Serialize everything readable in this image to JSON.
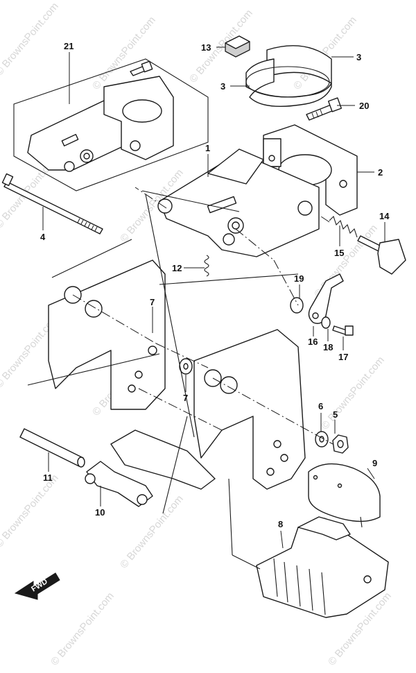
{
  "watermark": "© BrownsPoint.com",
  "direction_label": "FWD",
  "callouts": {
    "c21": "21",
    "c13": "13",
    "c3a": "3",
    "c3b": "3",
    "c20": "20",
    "c1": "1",
    "c2": "2",
    "c4": "4",
    "c14": "14",
    "c15": "15",
    "c12": "12",
    "c19": "19",
    "c7a": "7",
    "c7b": "7",
    "c16": "16",
    "c18": "18",
    "c17": "17",
    "c6": "6",
    "c5": "5",
    "c9": "9",
    "c11": "11",
    "c10": "10",
    "c8": "8"
  },
  "colors": {
    "line": "#1a1a1a",
    "watermark": "#d7d7d7",
    "fwd_arrow": "#1a1a1a"
  }
}
